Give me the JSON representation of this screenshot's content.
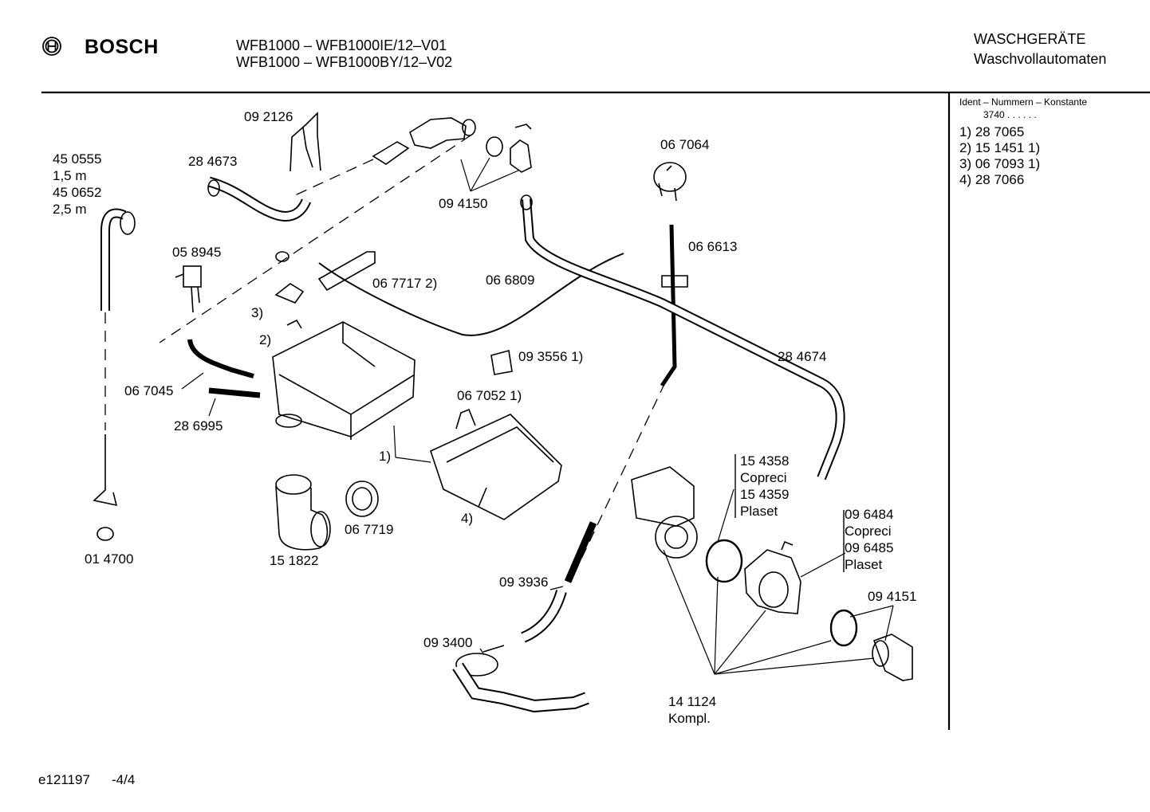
{
  "header": {
    "brand": "BOSCH",
    "models": [
      "WFB1000 – WFB1000IE/12–V01",
      "WFB1000 – WFB1000BY/12–V02"
    ],
    "category": "WASCHGERÄTE",
    "subcategory": "Waschvollautomaten"
  },
  "sidebar": {
    "ident_title": "Ident – Nummern – Konstante",
    "ident_value": "3740  .  .    .  .  .  .",
    "items": [
      "1) 28 7065",
      "2) 15 1451 1)",
      "3) 06 7093 1)",
      "4) 28 7066"
    ]
  },
  "parts": {
    "p092126": "09 2126",
    "p284673": "28 4673",
    "p094150": "09 4150",
    "p067064": "06 7064",
    "p450555": "45 0555",
    "p15m": "1,5 m",
    "p450652": "45 0652",
    "p25m": "2,5 m",
    "p058945": "05 8945",
    "p0677172": "06 7717 2)",
    "p066809": "06 6809",
    "p066613": "06 6613",
    "p3": "3)",
    "p2": "2)",
    "p09355611": "09 3556 1)",
    "p284674": "28 4674",
    "p067045": "06 7045",
    "p0670521": "06 7052 1)",
    "p286995": "28 6995",
    "p1": "1)",
    "p4": "4)",
    "p154358": "15 4358",
    "pcopreci1": "Copreci",
    "p154359": "15 4359",
    "pplaset1": "Plaset",
    "p096484": "09 6484",
    "pcopreci2": "Copreci",
    "p096485": "09 6485",
    "pplaset2": "Plaset",
    "p067719": "06 7719",
    "p151822": "15 1822",
    "p014700": "01 4700",
    "p093936": "09 3936",
    "p094151": "09 4151",
    "p093400": "09 3400",
    "p141124": "14 1124",
    "pkompl": "Kompl."
  },
  "footer": {
    "code": "e121197",
    "page": "-4/4"
  }
}
